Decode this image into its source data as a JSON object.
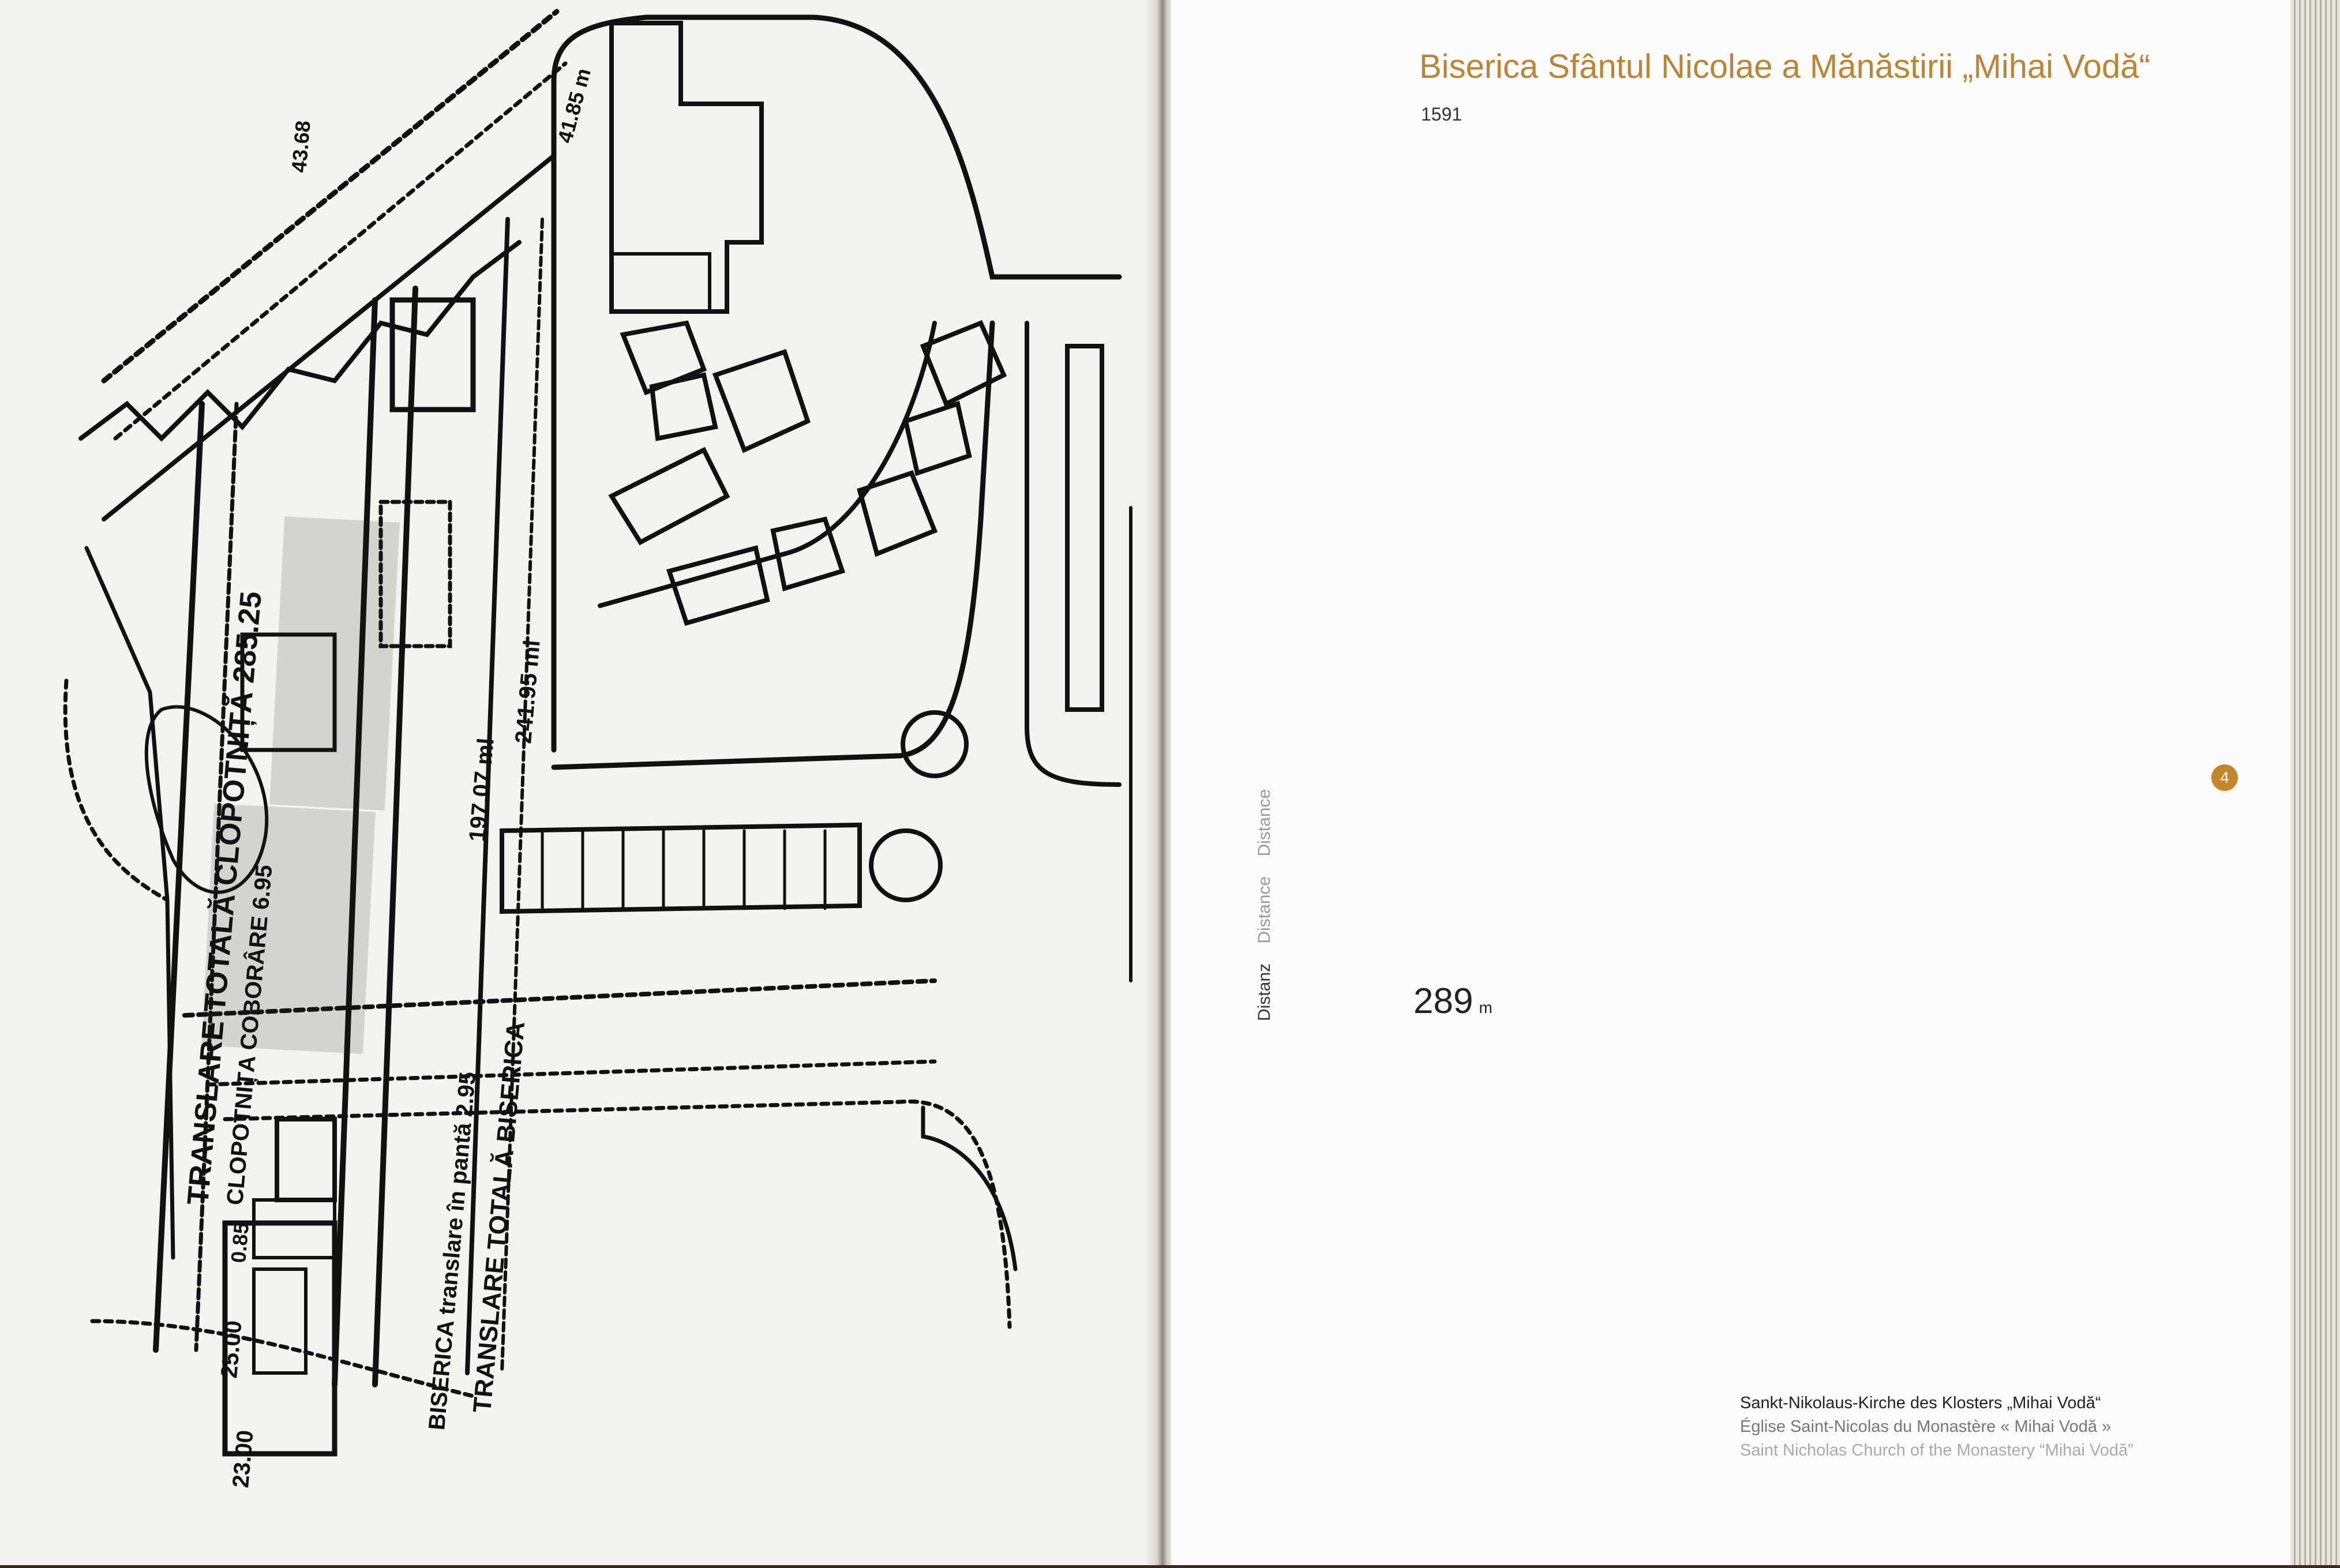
{
  "entry": {
    "title": "Biserica Sfântul Nicolae a Mănăstirii „Mihai Vodă“",
    "year": "1591",
    "number": "4"
  },
  "distance": {
    "labels": {
      "de": "Distanz",
      "fr": "Distance",
      "en": "Distance"
    },
    "value": "289",
    "unit": "m"
  },
  "captions": {
    "de": "Sankt-Nikolaus-Kirche des Klosters „Mihai Vodă“",
    "fr": "Église Saint-Nicolas du Monastère « Mihai Vodă »",
    "en": "Saint Nicholas Church of the Monastery “Mihai Vodă”"
  },
  "plan": {
    "labels": {
      "l1": "TRANSLARE TOTALĂ CLOPOTNIȚĂ 285.25",
      "l2": "CLOPOTNIȚA COBORÂRE 6.95",
      "l3": "BISERICA translare în pantă 2.95",
      "l4": "TRANSLARE TOTALĂ BISERICA",
      "l5": "197.07 ml",
      "l6": "241.95 ml",
      "l7": "41.85 m",
      "l8": "43.68",
      "l9": "25.00",
      "l10": "0.85",
      "l11": "23.00"
    }
  },
  "colors": {
    "accent": "#b8853a",
    "badge": "#c3852b"
  }
}
